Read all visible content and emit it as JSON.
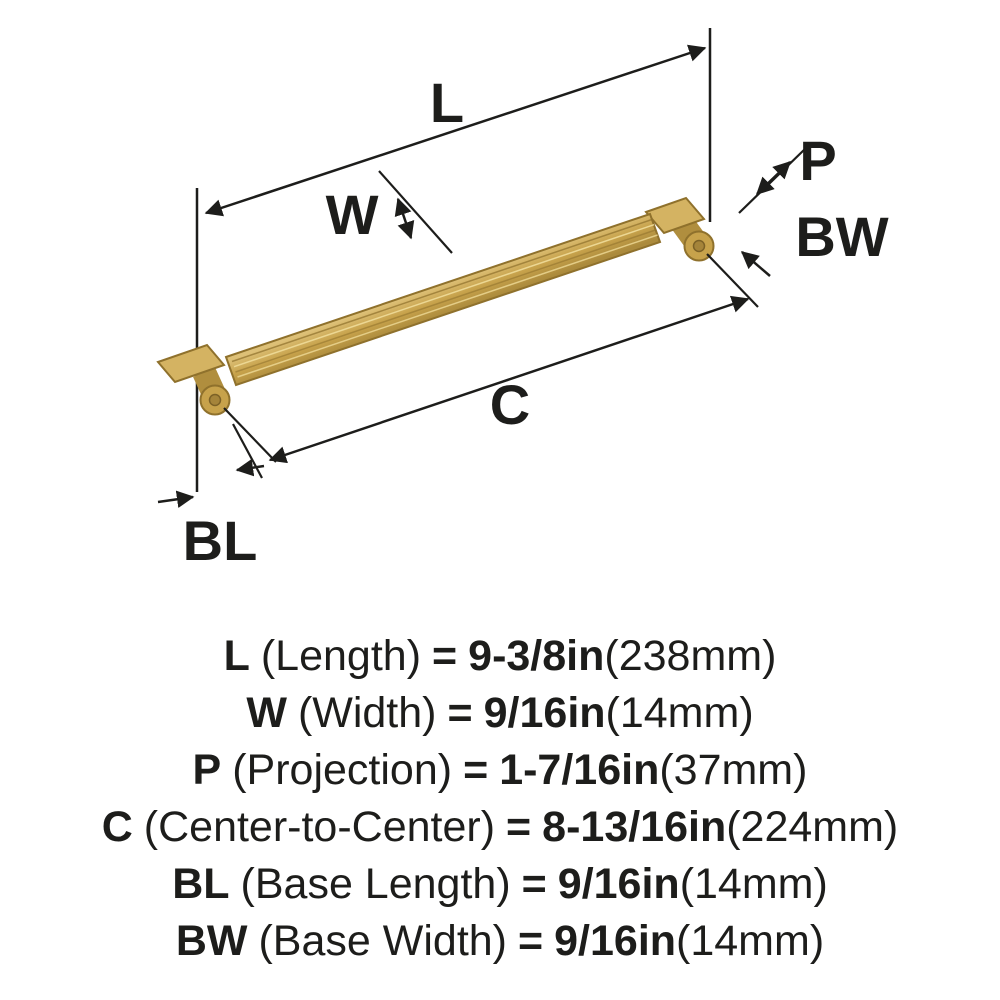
{
  "diagram": {
    "dim_labels": {
      "L": "L",
      "W": "W",
      "P": "P",
      "BW": "BW",
      "C": "C",
      "BL": "BL"
    },
    "colors": {
      "brass": "#c7a24b",
      "brass_light": "#e6cd85",
      "brass_dark": "#8f712c",
      "line": "#1d1d1b"
    }
  },
  "legend": {
    "rows": [
      {
        "abbr": "L",
        "name": "(Length)",
        "equals": "=",
        "value": "9-3/8in",
        "metric": "(238mm)"
      },
      {
        "abbr": "W",
        "name": "(Width)",
        "equals": "=",
        "value": "9/16in",
        "metric": "(14mm)"
      },
      {
        "abbr": "P",
        "name": "(Projection)",
        "equals": "=",
        "value": "1-7/16in",
        "metric": "(37mm)"
      },
      {
        "abbr": "C",
        "name": "(Center-to-Center)",
        "equals": "=",
        "value": "8-13/16in",
        "metric": "(224mm)"
      },
      {
        "abbr": "BL",
        "name": "(Base Length)",
        "equals": "=",
        "value": "9/16in",
        "metric": "(14mm)"
      },
      {
        "abbr": "BW",
        "name": "(Base Width)",
        "equals": "=",
        "value": "9/16in",
        "metric": "(14mm)"
      }
    ]
  }
}
